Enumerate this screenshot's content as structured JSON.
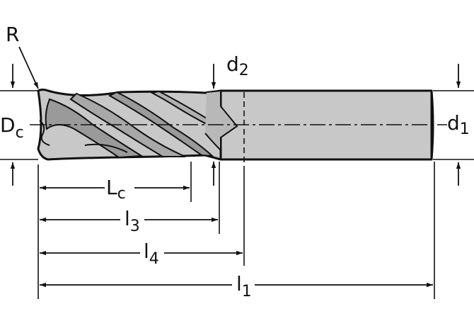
{
  "labels": {
    "R": "R",
    "Dc_main": "D",
    "Dc_sub": "c",
    "d1_main": "d",
    "d1_sub": "1",
    "d2_main": "d",
    "d2_sub": "2",
    "Lc_main": "L",
    "Lc_sub": "c",
    "l3_main": "l",
    "l3_sub": "3",
    "l4_main": "l",
    "l4_sub": "4",
    "l1_main": "l",
    "l1_sub": "1"
  },
  "colors": {
    "line": "#111111",
    "body_fill": "#c8c8c8",
    "flute_fill": "#9a9a9a",
    "background": "#ffffff"
  }
}
